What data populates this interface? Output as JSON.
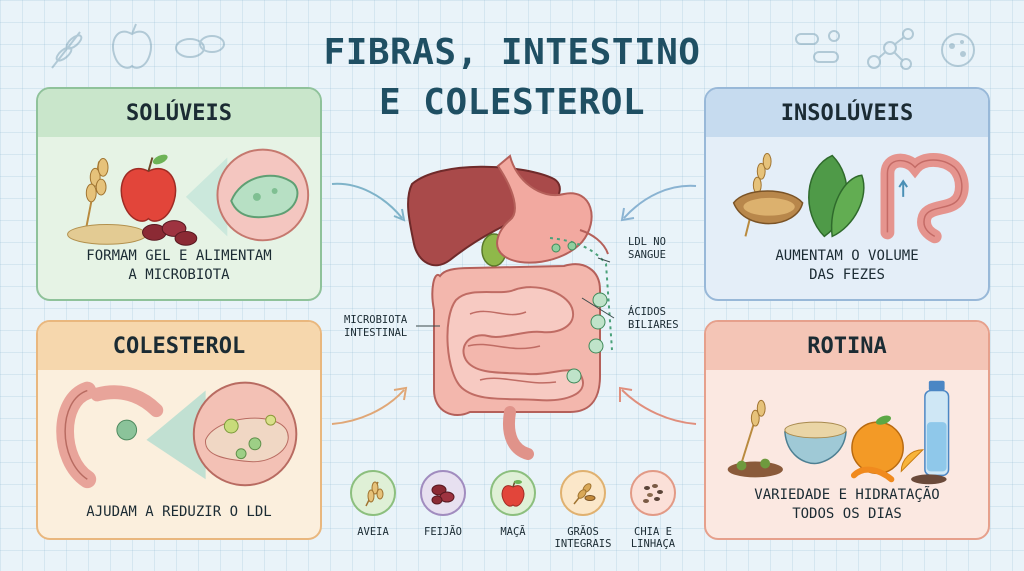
{
  "title": {
    "line1": "FIBRAS, INTESTINO",
    "line2": "E COLESTEROL"
  },
  "cards": {
    "soluveis": {
      "title": "SOLÚVEIS",
      "text_line1": "FORMAM GEL E ALIMENTAM",
      "text_line2": "A MICROBIOTA"
    },
    "insoluveis": {
      "title": "INSOLÚVEIS",
      "text_line1": "AUMENTAM O VOLUME",
      "text_line2": "DAS FEZES"
    },
    "colesterol": {
      "title": "COLESTEROL",
      "text_line1": "AJUDAM A REDUZIR O LDL"
    },
    "rotina": {
      "title": "ROTINA",
      "text_line1": "VARIEDADE E HIDRATAÇÃO",
      "text_line2": "TODOS OS DIAS"
    }
  },
  "center_labels": {
    "ldl": {
      "line1": "LDL NO",
      "line2": "SANGUE"
    },
    "acidos": {
      "line1": "ÁCIDOS",
      "line2": "BILIARES"
    },
    "microbiota": {
      "line1": "MICROBIOTA",
      "line2": "INTESTINAL"
    }
  },
  "foods": [
    {
      "line1": "AVEIA",
      "line2": "",
      "icon": "oat-icon"
    },
    {
      "line1": "FEIJÃO",
      "line2": "",
      "icon": "beans-icon"
    },
    {
      "line1": "MAÇÃ",
      "line2": "",
      "icon": "apple-icon"
    },
    {
      "line1": "GRÃOS",
      "line2": "INTEGRAIS",
      "icon": "grains-icon"
    },
    {
      "line1": "CHIA E",
      "line2": "LINHAÇA",
      "icon": "seeds-icon"
    }
  ],
  "colors": {
    "title": "#1f4f63",
    "soluveis": "#8fc29a",
    "insoluveis": "#98b8d8",
    "colesterol": "#e9b77e",
    "rotina": "#e6a08c"
  }
}
